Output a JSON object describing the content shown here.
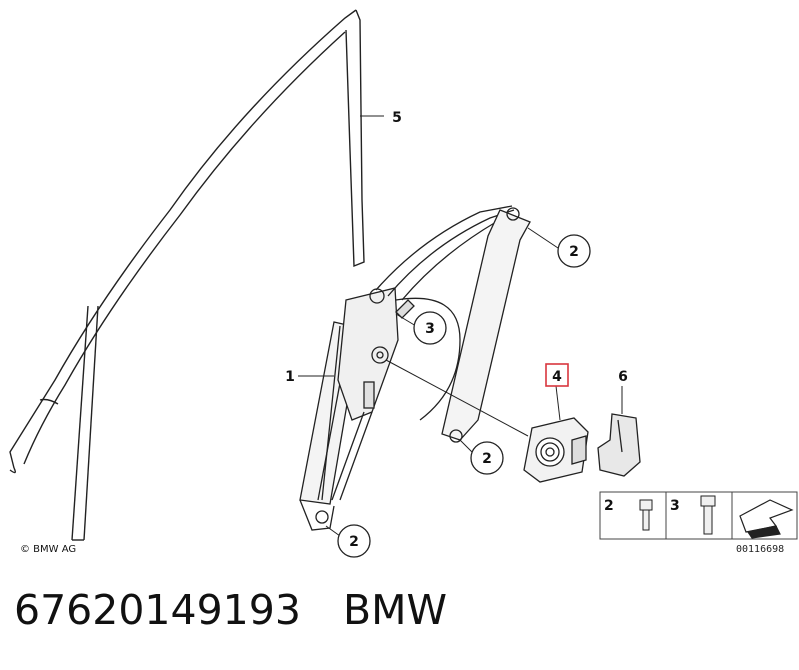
{
  "diagram": {
    "callouts": {
      "part1": "1",
      "part2a": "2",
      "part2b": "2",
      "part2c": "2",
      "part3": "3",
      "part4": "4",
      "part5": "5",
      "part6": "6"
    },
    "legend": {
      "item_a": "2",
      "item_b": "3"
    },
    "copyright": "© BMW AG",
    "doc_number": "00116698",
    "highlight_color": "#d9363e"
  },
  "caption": {
    "part_number": "67620149193",
    "brand": "BMW"
  }
}
